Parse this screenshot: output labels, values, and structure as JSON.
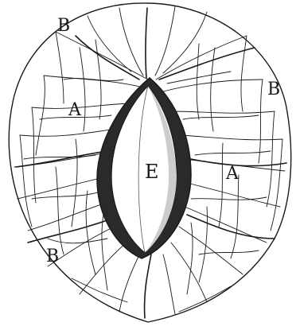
{
  "labels": {
    "b_top_left": "B",
    "b_right": "B",
    "a_left": "A",
    "a_right": "A",
    "e_center": "E",
    "b_bottom_left": "B"
  },
  "colors": {
    "ink": "#1a1a1a",
    "background": "#ffffff"
  }
}
